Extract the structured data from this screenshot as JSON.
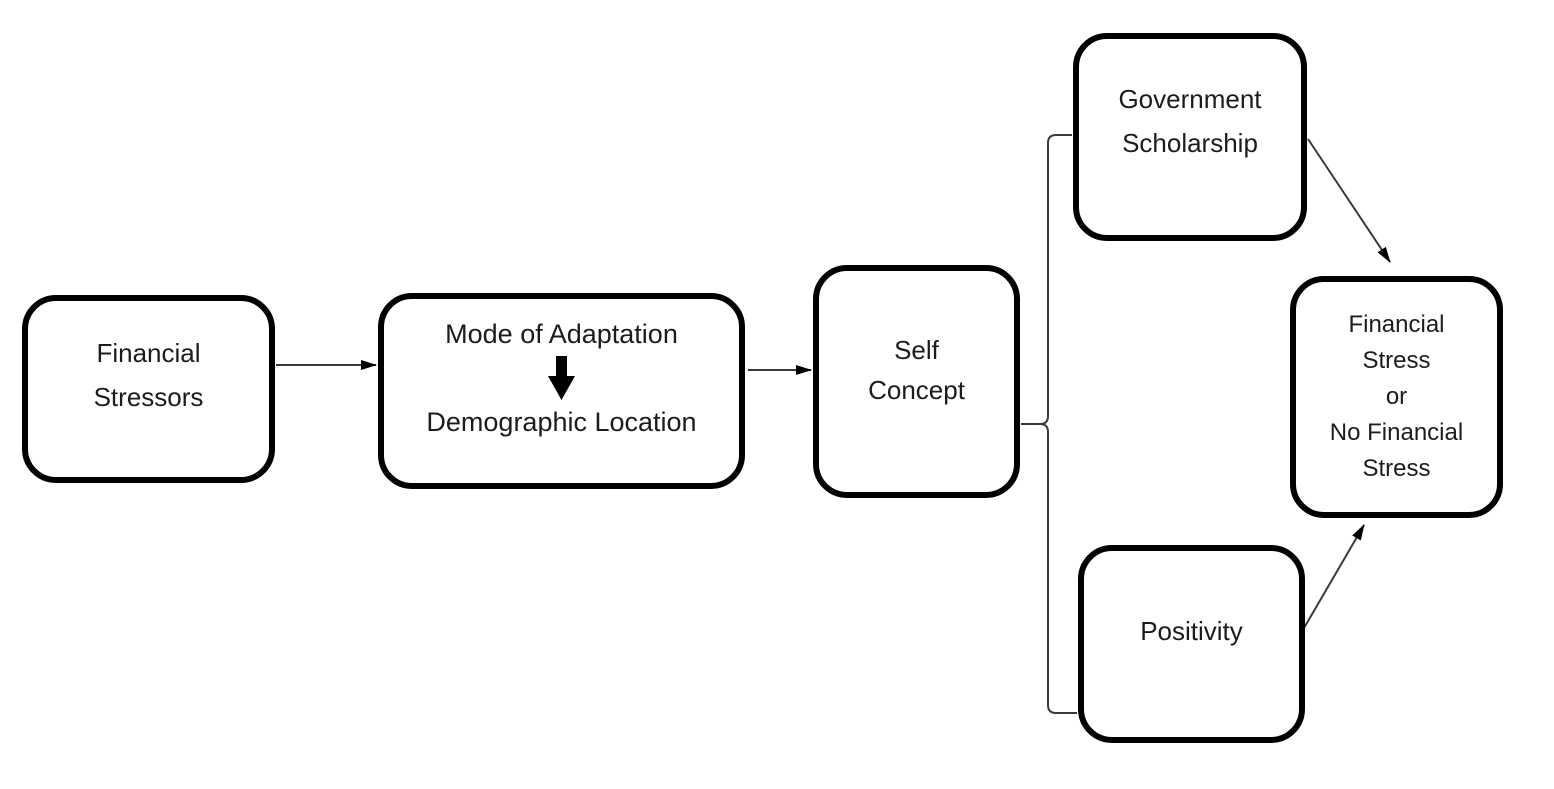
{
  "diagram": {
    "colors": {
      "canvas_background": "#ffffff",
      "node_border": "#000000",
      "text": "#1c1c1c",
      "connector": "#3a3a3a",
      "arrowhead": "#000000"
    },
    "nodes": {
      "financial_stressors": {
        "lines": [
          "Financial",
          "Stressors"
        ]
      },
      "mode_adaptation": {
        "line_top": "Mode of Adaptation",
        "icon": "thick-down-arrow",
        "line_bottom": "Demographic Location"
      },
      "self_concept": {
        "lines": [
          "Self",
          "Concept"
        ]
      },
      "government_scholarship": {
        "lines": [
          "Government",
          "Scholarship"
        ]
      },
      "positivity": {
        "label": "Positivity"
      },
      "financial_stress_outcome": {
        "lines": [
          "Financial",
          "Stress",
          "or",
          "No Financial",
          "Stress"
        ]
      }
    },
    "edges": [
      {
        "from": "financial_stressors",
        "to": "mode_adaptation",
        "style": "arrow"
      },
      {
        "from": "mode_adaptation",
        "to": "self_concept",
        "style": "arrow"
      },
      {
        "from": "self_concept",
        "to": "government_scholarship",
        "style": "elbow-line"
      },
      {
        "from": "self_concept",
        "to": "positivity",
        "style": "elbow-line"
      },
      {
        "from": "government_scholarship",
        "to": "financial_stress_outcome",
        "style": "diagonal-arrow"
      },
      {
        "from": "positivity",
        "to": "financial_stress_outcome",
        "style": "diagonal-arrow"
      }
    ]
  }
}
